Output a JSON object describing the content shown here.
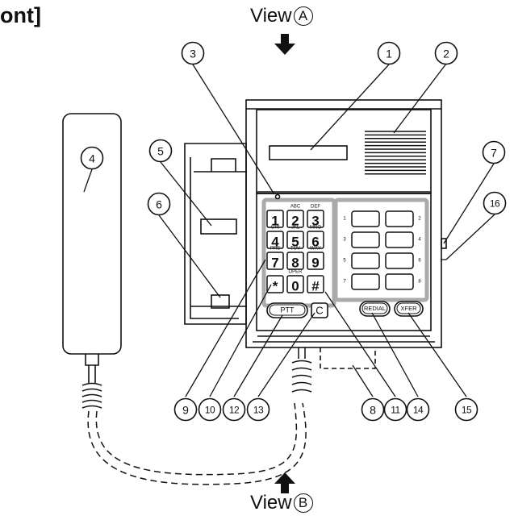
{
  "title": "ont]",
  "views": {
    "top": {
      "label": "View",
      "mark": "A"
    },
    "bottom": {
      "label": "View",
      "mark": "B"
    }
  },
  "callouts": [
    "1",
    "2",
    "3",
    "4",
    "5",
    "6",
    "7",
    "16",
    "9",
    "10",
    "12",
    "13",
    "8",
    "11",
    "14",
    "15"
  ],
  "keypad": [
    {
      "num": "1",
      "sub": ""
    },
    {
      "num": "2",
      "sub": "ABC"
    },
    {
      "num": "3",
      "sub": "DEF"
    },
    {
      "num": "4",
      "sub": "GHI"
    },
    {
      "num": "5",
      "sub": "JKL"
    },
    {
      "num": "6",
      "sub": "MNO"
    },
    {
      "num": "7",
      "sub": "PRS"
    },
    {
      "num": "8",
      "sub": "TUV"
    },
    {
      "num": "9",
      "sub": "WXY"
    },
    {
      "num": "*",
      "sub": ""
    },
    {
      "num": "0",
      "sub": "OPER"
    },
    {
      "num": "#",
      "sub": ""
    }
  ],
  "memory_keys": [
    {
      "left": "1",
      "right": "2"
    },
    {
      "left": "3",
      "right": "4"
    },
    {
      "left": "5",
      "right": "6"
    },
    {
      "left": "7",
      "right": "8"
    }
  ],
  "buttons": {
    "ptt": "PTT",
    "clear": "C",
    "redial": "REDIAL",
    "xfer": "XFER"
  }
}
